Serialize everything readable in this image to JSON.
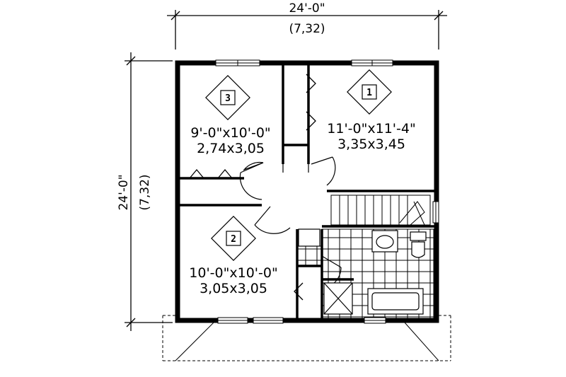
{
  "dimensions": {
    "top_imperial": "24'-0\"",
    "top_metric": "(7,32)",
    "side_imperial": "24'-0\"",
    "side_metric": "(7,32)"
  },
  "rooms": [
    {
      "number": "3",
      "size_imperial": "9'-0\"x10'-0\"",
      "size_metric": "2,74x3,05"
    },
    {
      "number": "1",
      "size_imperial": "11'-0\"x11'-4\"",
      "size_metric": "3,35x3,45"
    },
    {
      "number": "2",
      "size_imperial": "10'-0\"x10'-0\"",
      "size_metric": "3,05x3,05"
    }
  ]
}
